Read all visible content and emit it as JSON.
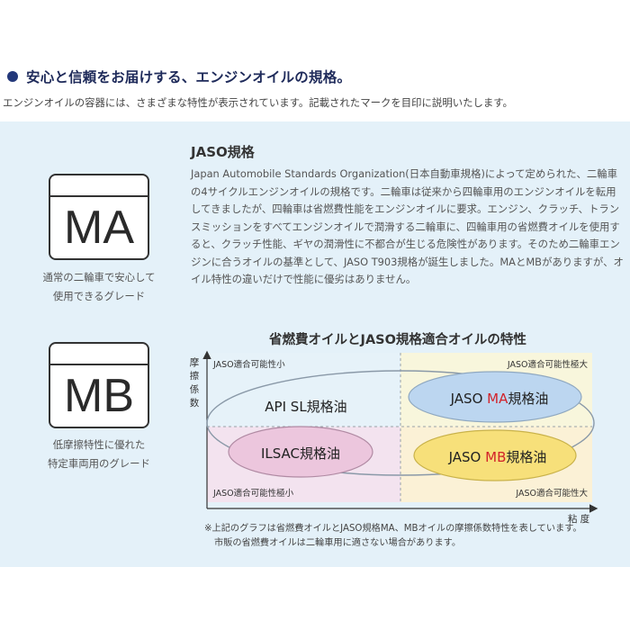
{
  "heading": "安心と信頼をお届けする、エンジンオイルの規格。",
  "intro": "エンジンオイルの容器には、さまざまな特性が表示されています。記載されたマークを目印に説明いたします。",
  "marks": [
    {
      "code": "MA",
      "caption_lines": [
        "通常の二輪車で安心して",
        "使用できるグレード"
      ]
    },
    {
      "code": "MB",
      "caption_lines": [
        "低摩擦特性に優れた",
        "特定車両用のグレード"
      ]
    }
  ],
  "jaso": {
    "title": "JASO規格",
    "body": "Japan Automobile Standards Organization(日本自動車規格)によって定められた、二輪車の4サイクルエンジンオイルの規格です。二輪車は従来から四輪車用のエンジンオイルを転用してきましたが、四輪車は省燃費性能をエンジンオイルに要求。エンジン、クラッチ、トランスミッションをすべてエンジンオイルで潤滑する二輪車に、四輪車用の省燃費オイルを使用すると、クラッチ性能、ギヤの潤滑性に不都合が生じる危険性があります。そのため二輪車エンジンに合うオイルの基準として、JASO T903規格が誕生しました。MAとMBがありますが、オイル特性の違いだけで性能に優劣はありません。"
  },
  "chart_data": {
    "type": "diagram",
    "title": "省燃費オイルとJASO規格適合オイルの特性",
    "ylabel": "摩擦係数",
    "xlabel": "粘 度",
    "quadrant_labels": {
      "top_left": "JASO適合可能性小",
      "top_right": "JASO適合可能性極大",
      "bottom_left": "JASO適合可能性極小",
      "bottom_right": "JASO適合可能性大"
    },
    "oils": [
      {
        "name": "API SL規格油"
      },
      {
        "prefix": "JASO ",
        "grade": "MA",
        "suffix": "規格油"
      },
      {
        "name": "ILSAC規格油"
      },
      {
        "prefix": "JASO ",
        "grade": "MB",
        "suffix": "規格油"
      }
    ],
    "quadrant_colors": {
      "top_left": "#e6f2f9",
      "top_right": "#f8f6dc",
      "bottom_left": "#f3e3ef",
      "bottom_right": "#fbf1d6"
    },
    "ellipse_colors": {
      "ma": "#bcd6f0",
      "ilsac": "#ecc6dd",
      "mb": "#f7e07a"
    },
    "grade_color": "#d2232a"
  },
  "note_lines": [
    "※上記のグラフは省燃費オイルとJASO規格MA、MBオイルの摩擦係数特性を表しています。",
    "市販の省燃費オイルは二輪車用に適さない場合があります。"
  ]
}
